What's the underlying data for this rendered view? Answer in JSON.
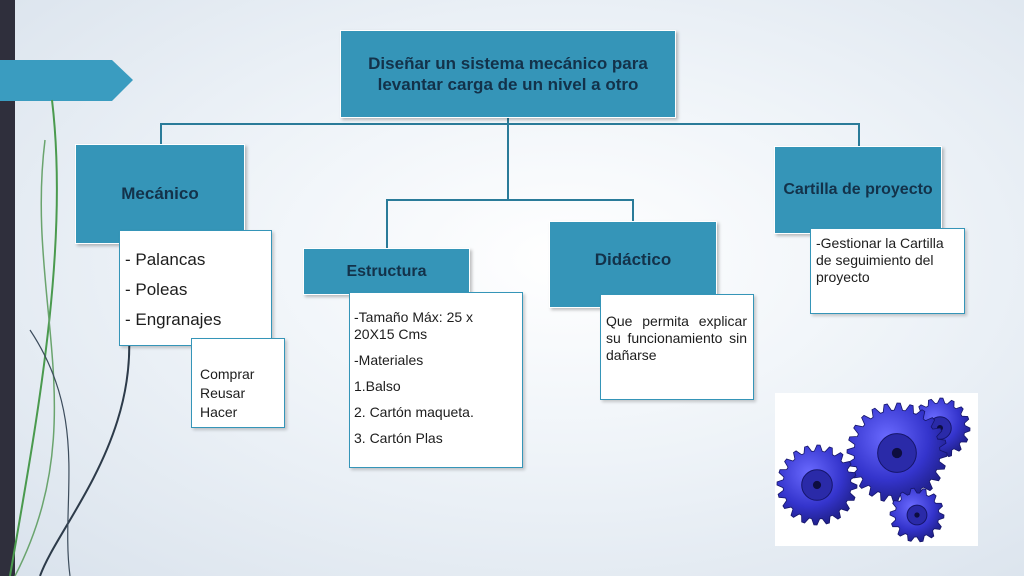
{
  "diagram": {
    "root": {
      "title": "Diseñar un sistema mecánico para levantar carga de un nivel a otro"
    },
    "branches": [
      {
        "id": "mecanico",
        "label": "Mecánico",
        "items": [
          "- Palancas",
          "- Poleas",
          "- Engranajes"
        ],
        "sub_items": [
          "Comprar",
          "Reusar",
          "Hacer"
        ]
      },
      {
        "id": "estructura",
        "label": "Estructura",
        "items": [
          "-Tamaño Máx: 25 x 20X15 Cms",
          "-Materiales",
          "1.Balso",
          "2. Cartón maqueta.",
          "3. Cartón Plas"
        ]
      },
      {
        "id": "didactico",
        "label": "Didáctico",
        "text": "Que permita explicar su funcionamiento sin dañarse"
      },
      {
        "id": "cartilla",
        "label": "Cartilla de proyecto",
        "text": "-Gestionar la Cartilla de seguimiento del proyecto"
      }
    ]
  },
  "image": {
    "icon": "blue-gears-icon"
  },
  "colors": {
    "accent": "#3595b8",
    "connector": "#2a7b99",
    "sidebar": "#2f2f3c",
    "gear": "#3b3bd6"
  }
}
